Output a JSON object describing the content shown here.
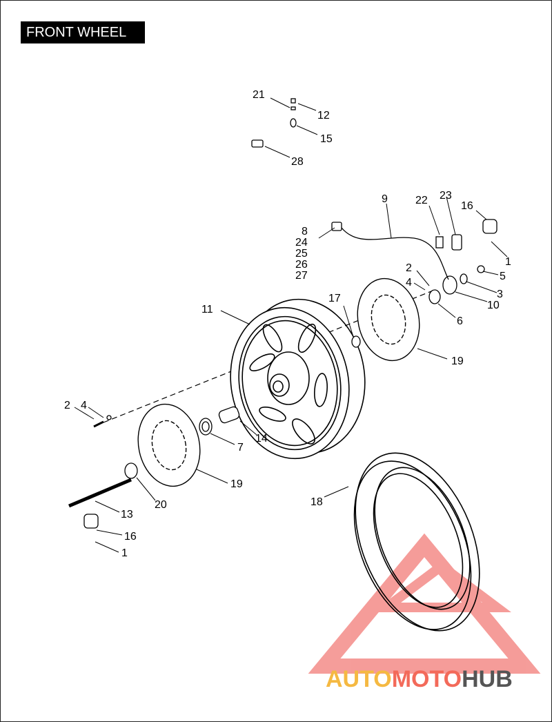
{
  "title": "FRONT WHEEL",
  "watermark": {
    "brand_part1": "AUTO",
    "brand_part2": "MOTO",
    "brand_part3": "HUB",
    "colors": {
      "auto": "#f5b942",
      "moto": "#f36a5a",
      "hub": "#555555",
      "triangle": "#ef5b57"
    }
  },
  "callouts": {
    "n1a": "1",
    "n1b": "1",
    "n2a": "2",
    "n2b": "2",
    "n3": "3",
    "n4a": "4",
    "n4b": "4",
    "n5": "5",
    "n6": "6",
    "n7": "7",
    "n8": "8",
    "n9": "9",
    "n10": "10",
    "n11": "11",
    "n12": "12",
    "n13": "13",
    "n14": "14",
    "n15": "15",
    "n16a": "16",
    "n16b": "16",
    "n17": "17",
    "n18": "18",
    "n19a": "19",
    "n19b": "19",
    "n20": "20",
    "n21": "21",
    "n22": "22",
    "n23": "23",
    "n24": "24",
    "n25": "25",
    "n26": "26",
    "n27": "27",
    "n28": "28"
  }
}
